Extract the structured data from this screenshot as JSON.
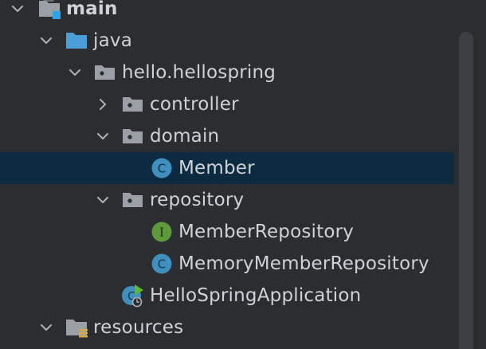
{
  "tree": {
    "nodes": [
      {
        "label": "main",
        "expanded": true,
        "icon": "source-folder-icon",
        "bold": true
      },
      {
        "label": "java",
        "expanded": true,
        "icon": "java-source-root-icon"
      },
      {
        "label": "hello.hellospring",
        "expanded": true,
        "icon": "package-icon"
      },
      {
        "label": "controller",
        "expanded": false,
        "icon": "package-icon"
      },
      {
        "label": "domain",
        "expanded": true,
        "icon": "package-icon"
      },
      {
        "label": "Member",
        "icon": "class-icon",
        "icon_letter": "C",
        "selected": true
      },
      {
        "label": "repository",
        "expanded": true,
        "icon": "package-icon"
      },
      {
        "label": "MemberRepository",
        "icon": "interface-icon",
        "icon_letter": "I"
      },
      {
        "label": "MemoryMemberRepository",
        "icon": "class-icon",
        "icon_letter": "C"
      },
      {
        "label": "HelloSpringApplication",
        "icon": "spring-boot-application-icon"
      },
      {
        "label": "resources",
        "expanded": true,
        "icon": "resources-folder-icon"
      }
    ]
  },
  "colors": {
    "background": "#2b2d30",
    "selection": "#0d2b40",
    "text": "#cfd2d6",
    "folder": "#9aa0a6",
    "java_root_folder": "#4a9fd8",
    "class_badge": "#3f8fbf",
    "interface_badge": "#5e9a3c",
    "spring_run": "#5fb832"
  }
}
